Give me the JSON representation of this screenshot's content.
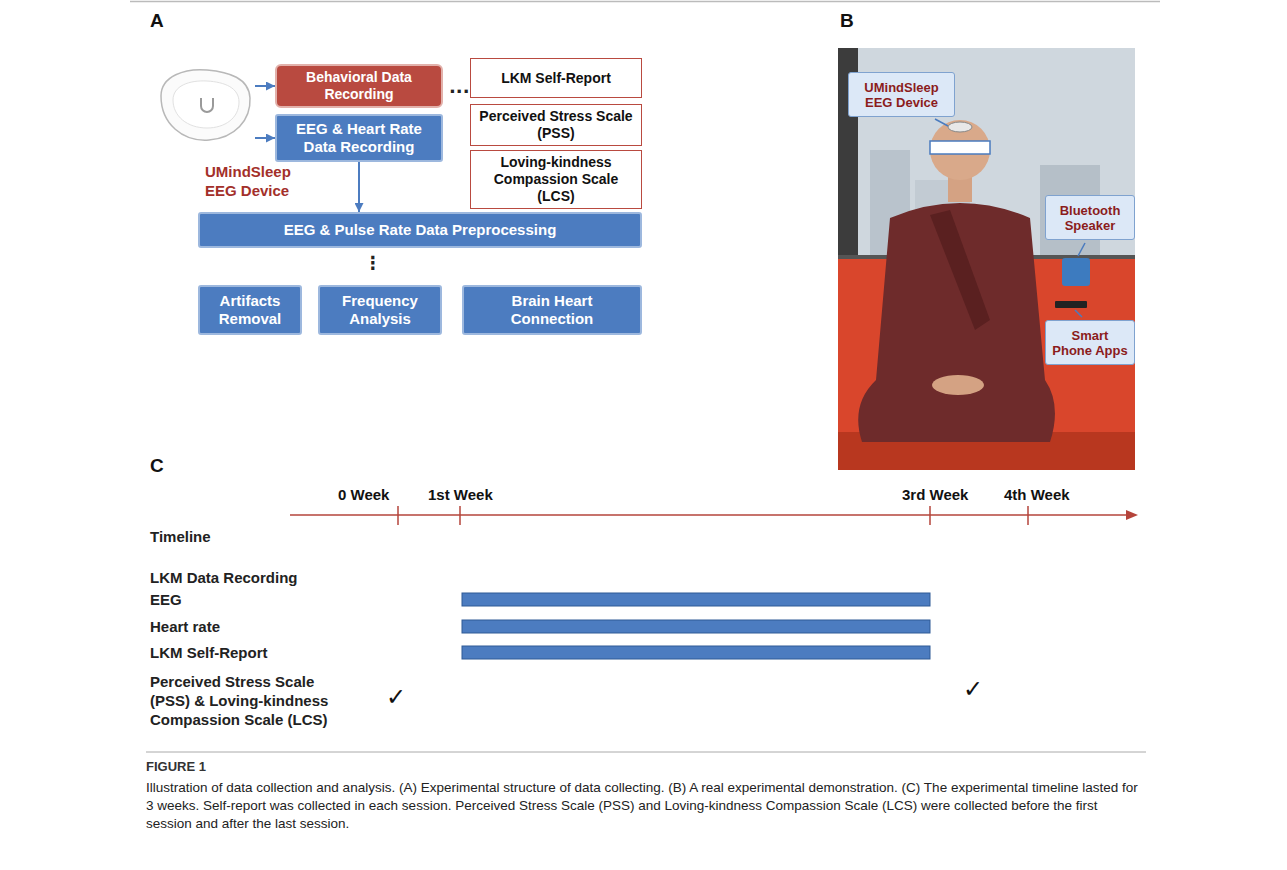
{
  "diagram": {
    "title": "FIGURE 1",
    "caption": "Illustration of data collection and analysis. (A) Experimental structure of data collecting. (B) A real experimental demonstration. (C) The experimental timeline lasted for 3 weeks. Self-report was collected in each session. Perceived Stress Scale (PSS) and Loving-kindness Compassion Scale (LCS) were collected before the first session and after the last session.",
    "nodes": [
      {
        "text": [
          "UMindSleep EEG Device"
        ]
      },
      {
        "text": [
          "Behavioral Data Recording"
        ]
      },
      {
        "text": [
          "EEG & Heart Rate Data Recording"
        ]
      },
      {
        "text": [
          "LKM Self-Report"
        ]
      },
      {
        "text": [
          "Perceived Stress Scale (PSS)"
        ]
      },
      {
        "text": [
          "Loving-kindness Compassion Scale (LCS)"
        ]
      },
      {
        "text": [
          "EEG & Pulse Rate Data Preprocessing"
        ]
      },
      {
        "text": [
          "Artifacts Removal"
        ]
      },
      {
        "text": [
          "Frequency Analysis"
        ]
      },
      {
        "text": [
          "Brain Heart Connection"
        ]
      },
      {
        "text": [
          "UMindSleep EEG Device"
        ]
      },
      {
        "text": [
          "Bluetooth Speaker"
        ]
      },
      {
        "text": [
          "Smart Phone Apps"
        ]
      }
    ],
    "edges": [
      {
        "from": 0,
        "to": 1,
        "arrow": "to"
      },
      {
        "from": 0,
        "to": 2,
        "arrow": "to"
      },
      {
        "from": 2,
        "to": 6,
        "arrow": "to"
      }
    ],
    "labels": [
      "A",
      "...",
      "⋮",
      "B",
      "C",
      "0 Week",
      "1st Week",
      "3rd Week",
      "4th Week",
      "Timeline",
      "LKM Data Recording",
      "EEG",
      "Heart rate",
      "LKM Self-Report",
      "Perceived Stress Scale (PSS) & Loving-kindness Compassion Scale (LCS)",
      "✓",
      "✓"
    ]
  }
}
